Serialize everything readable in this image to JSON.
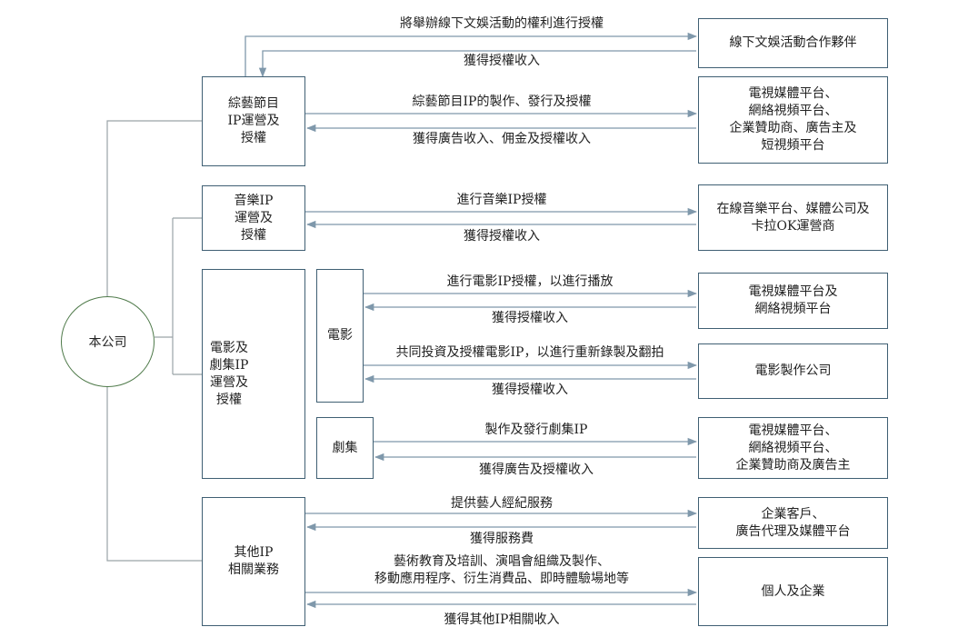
{
  "company": "本公司",
  "categories": {
    "variety": "綜藝節目\nIP運營及\n授權",
    "music": "音樂IP\n運營及\n授權",
    "film_series": "電影及\n劇集IP\n運營及\n授權",
    "film": "電影",
    "series": "劇集",
    "other": "其他IP\n相關業務"
  },
  "partners": {
    "offline": "線下文娛活動合作夥伴",
    "variety_platforms": "電視媒體平台、\n網絡視頻平台、\n企業贊助商、廣告主及\n短視頻平台",
    "music_platforms": "在線音樂平台、媒體公司及\n卡拉OK運營商",
    "film_platforms": "電視媒體平台及\n網絡視頻平台",
    "film_companies": "電影製作公司",
    "series_platforms": "電視媒體平台、\n網絡視頻平台、\n企業贊助商及廣告主",
    "corporate_clients": "企業客戶、\n廣告代理及媒體平台",
    "individuals": "個人及企業"
  },
  "flows": {
    "offline_out": "將舉辦線下文娛活動的權利進行授權",
    "offline_in": "獲得授權收入",
    "variety_out": "綜藝節目IP的製作、發行及授權",
    "variety_in": "獲得廣告收入、佣金及授權收入",
    "music_out": "進行音樂IP授權",
    "music_in": "獲得授權收入",
    "film1_out": "進行電影IP授權，以進行播放",
    "film1_in": "獲得授權收入",
    "film2_out": "共同投資及授權電影IP，以進行重新錄製及翻拍",
    "film2_in": "獲得授權收入",
    "series_out": "製作及發行劇集IP",
    "series_in": "獲得廣告及授權收入",
    "other1_out": "提供藝人經紀服務",
    "other1_in": "獲得服務費",
    "other2_out": "藝術教育及培訓、演唱會組織及製作、\n移動應用程序、衍生消費品、即時體驗場地等",
    "other2_in": "獲得其他IP相關收入"
  },
  "colors": {
    "arrow": "#7f98ab",
    "box_border": "#3f5f73",
    "circle_border": "#4f7a4a",
    "connector": "#9aa3a8"
  }
}
